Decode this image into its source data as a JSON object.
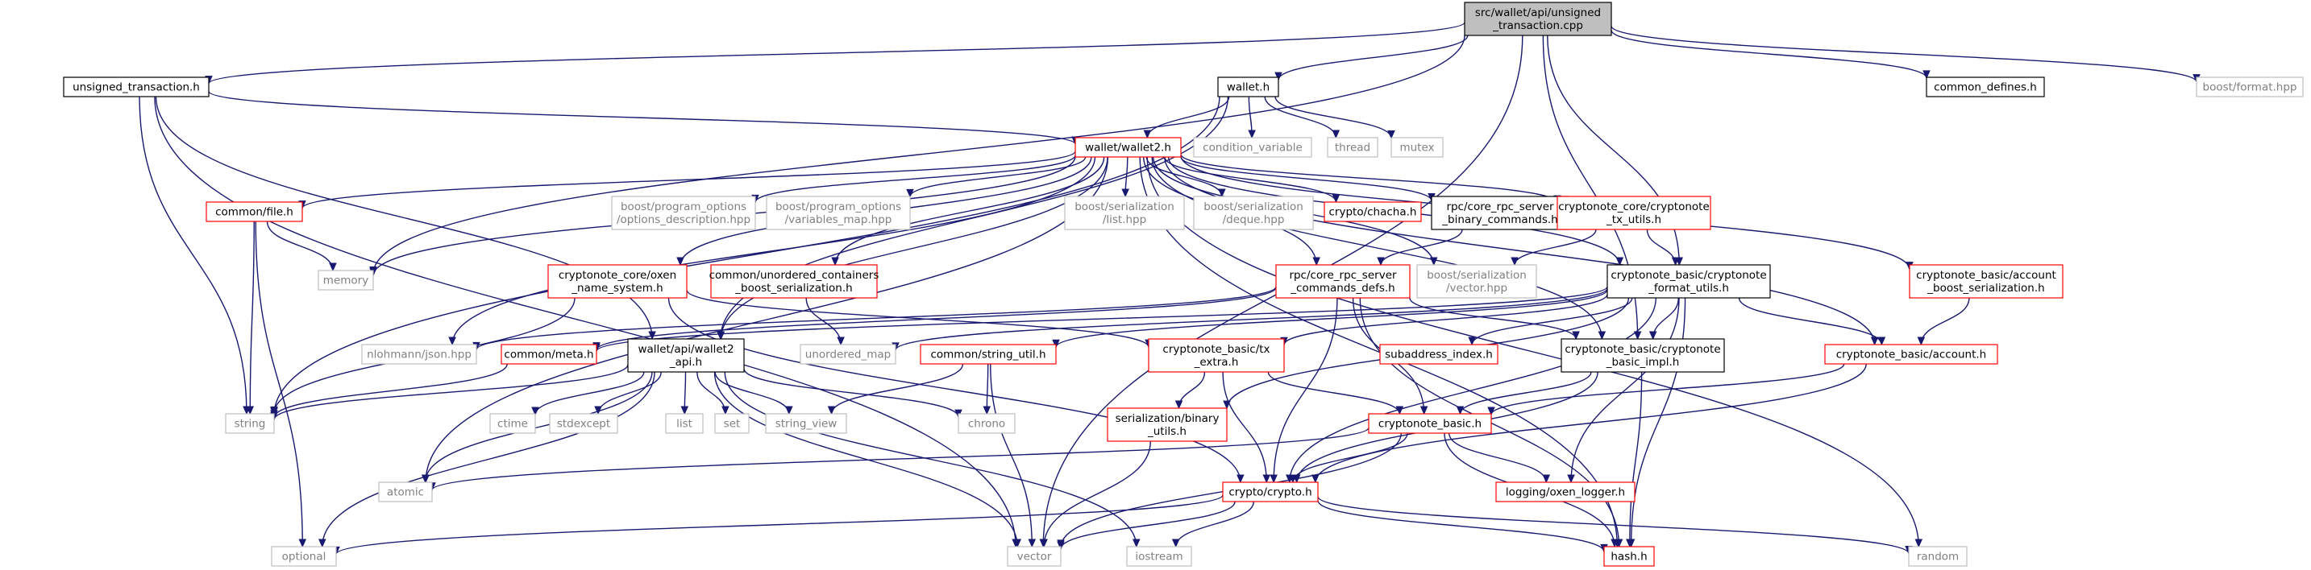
{
  "colors": {
    "edge": "#191970",
    "root_fill": "#bfbfbf",
    "root_border": "#000000",
    "documented_border": "#000000",
    "not_found_border": "#bfbfbf",
    "not_found_text": "#808080",
    "incomplete_border": "#ff0000"
  },
  "nodes": [
    {
      "id": "root",
      "lines": [
        "src/wallet/api/unsigned",
        "_transaction.cpp"
      ],
      "kind": "root"
    },
    {
      "id": "unsigned_transaction_h",
      "lines": [
        "unsigned_transaction.h"
      ],
      "kind": "documented"
    },
    {
      "id": "wallet_h",
      "lines": [
        "wallet.h"
      ],
      "kind": "documented"
    },
    {
      "id": "common_defines_h",
      "lines": [
        "common_defines.h"
      ],
      "kind": "documented"
    },
    {
      "id": "boost_format_hpp",
      "lines": [
        "boost/format.hpp"
      ],
      "kind": "external"
    },
    {
      "id": "condition_variable",
      "lines": [
        "condition_variable"
      ],
      "kind": "external"
    },
    {
      "id": "thread",
      "lines": [
        "thread"
      ],
      "kind": "external"
    },
    {
      "id": "mutex",
      "lines": [
        "mutex"
      ],
      "kind": "external"
    },
    {
      "id": "wallet2_h",
      "lines": [
        "wallet/wallet2.h"
      ],
      "kind": "incomplete"
    },
    {
      "id": "common_file_h",
      "lines": [
        "common/file.h"
      ],
      "kind": "incomplete"
    },
    {
      "id": "bpo_options_description",
      "lines": [
        "boost/program_options",
        "/options_description.hpp"
      ],
      "kind": "external"
    },
    {
      "id": "bpo_variables_map",
      "lines": [
        "boost/program_options",
        "/variables_map.hpp"
      ],
      "kind": "external"
    },
    {
      "id": "bser_list",
      "lines": [
        "boost/serialization",
        "/list.hpp"
      ],
      "kind": "external"
    },
    {
      "id": "bser_deque",
      "lines": [
        "boost/serialization",
        "/deque.hpp"
      ],
      "kind": "external"
    },
    {
      "id": "crypto_chacha_h",
      "lines": [
        "crypto/chacha.h"
      ],
      "kind": "incomplete"
    },
    {
      "id": "rpc_binary_commands",
      "lines": [
        "rpc/core_rpc_server",
        "_binary_commands.h"
      ],
      "kind": "documented"
    },
    {
      "id": "tx_utils_h",
      "lines": [
        "cryptonote_core/cryptonote",
        "_tx_utils.h"
      ],
      "kind": "incomplete"
    },
    {
      "id": "memory",
      "lines": [
        "memory"
      ],
      "kind": "external"
    },
    {
      "id": "oxen_name_system_h",
      "lines": [
        "cryptonote_core/oxen",
        "_name_system.h"
      ],
      "kind": "incomplete"
    },
    {
      "id": "unordered_containers_ser",
      "lines": [
        "common/unordered_containers",
        "_boost_serialization.h"
      ],
      "kind": "incomplete"
    },
    {
      "id": "rpc_commands_defs",
      "lines": [
        "rpc/core_rpc_server",
        "_commands_defs.h"
      ],
      "kind": "incomplete"
    },
    {
      "id": "bser_vector",
      "lines": [
        "boost/serialization",
        "/vector.hpp"
      ],
      "kind": "external"
    },
    {
      "id": "format_utils_h",
      "lines": [
        "cryptonote_basic/cryptonote",
        "_format_utils.h"
      ],
      "kind": "documented"
    },
    {
      "id": "account_boost_ser",
      "lines": [
        "cryptonote_basic/account",
        "_boost_serialization.h"
      ],
      "kind": "incomplete"
    },
    {
      "id": "nlohmann_json",
      "lines": [
        "nlohmann/json.hpp"
      ],
      "kind": "external"
    },
    {
      "id": "common_meta_h",
      "lines": [
        "common/meta.h"
      ],
      "kind": "incomplete"
    },
    {
      "id": "wallet2_api_h",
      "lines": [
        "wallet/api/wallet2",
        "_api.h"
      ],
      "kind": "documented"
    },
    {
      "id": "unordered_map",
      "lines": [
        "unordered_map"
      ],
      "kind": "external"
    },
    {
      "id": "string_util_h",
      "lines": [
        "common/string_util.h"
      ],
      "kind": "incomplete"
    },
    {
      "id": "tx_extra_h",
      "lines": [
        "cryptonote_basic/tx",
        "_extra.h"
      ],
      "kind": "incomplete"
    },
    {
      "id": "subaddress_index_h",
      "lines": [
        "subaddress_index.h"
      ],
      "kind": "incomplete"
    },
    {
      "id": "basic_impl_h",
      "lines": [
        "cryptonote_basic/cryptonote",
        "_basic_impl.h"
      ],
      "kind": "documented"
    },
    {
      "id": "account_h",
      "lines": [
        "cryptonote_basic/account.h"
      ],
      "kind": "incomplete"
    },
    {
      "id": "string",
      "lines": [
        "string"
      ],
      "kind": "external"
    },
    {
      "id": "ctime",
      "lines": [
        "ctime"
      ],
      "kind": "external"
    },
    {
      "id": "stdexcept",
      "lines": [
        "stdexcept"
      ],
      "kind": "external"
    },
    {
      "id": "list",
      "lines": [
        "list"
      ],
      "kind": "external"
    },
    {
      "id": "set",
      "lines": [
        "set"
      ],
      "kind": "external"
    },
    {
      "id": "string_view",
      "lines": [
        "string_view"
      ],
      "kind": "external"
    },
    {
      "id": "chrono",
      "lines": [
        "chrono"
      ],
      "kind": "external"
    },
    {
      "id": "binary_utils_h",
      "lines": [
        "serialization/binary",
        "_utils.h"
      ],
      "kind": "incomplete"
    },
    {
      "id": "cryptonote_basic_h",
      "lines": [
        "cryptonote_basic.h"
      ],
      "kind": "incomplete"
    },
    {
      "id": "atomic",
      "lines": [
        "atomic"
      ],
      "kind": "external"
    },
    {
      "id": "oxen_logger_h",
      "lines": [
        "logging/oxen_logger.h"
      ],
      "kind": "incomplete"
    },
    {
      "id": "crypto_h",
      "lines": [
        "crypto/crypto.h"
      ],
      "kind": "incomplete"
    },
    {
      "id": "optional",
      "lines": [
        "optional"
      ],
      "kind": "external"
    },
    {
      "id": "vector",
      "lines": [
        "vector"
      ],
      "kind": "external"
    },
    {
      "id": "iostream",
      "lines": [
        "iostream"
      ],
      "kind": "external"
    },
    {
      "id": "hash_h",
      "lines": [
        "hash.h"
      ],
      "kind": "incomplete"
    },
    {
      "id": "random",
      "lines": [
        "random"
      ],
      "kind": "external"
    }
  ],
  "edges": [
    [
      "root",
      "unsigned_transaction_h"
    ],
    [
      "root",
      "wallet_h"
    ],
    [
      "root",
      "common_defines_h"
    ],
    [
      "root",
      "boost_format_hpp"
    ],
    [
      "root",
      "memory"
    ],
    [
      "root",
      "vector"
    ],
    [
      "root",
      "format_utils_h"
    ],
    [
      "root",
      "basic_impl_h"
    ],
    [
      "unsigned_transaction_h",
      "wallet2_h"
    ],
    [
      "unsigned_transaction_h",
      "string"
    ],
    [
      "unsigned_transaction_h",
      "vector"
    ],
    [
      "unsigned_transaction_h",
      "wallet2_api_h"
    ],
    [
      "wallet_h",
      "wallet2_h"
    ],
    [
      "wallet_h",
      "condition_variable"
    ],
    [
      "wallet_h",
      "thread"
    ],
    [
      "wallet_h",
      "mutex"
    ],
    [
      "wallet_h",
      "wallet2_api_h"
    ],
    [
      "wallet_h",
      "string"
    ],
    [
      "wallet2_h",
      "common_file_h"
    ],
    [
      "wallet2_h",
      "bpo_options_description"
    ],
    [
      "wallet2_h",
      "bpo_variables_map"
    ],
    [
      "wallet2_h",
      "bser_list"
    ],
    [
      "wallet2_h",
      "bser_deque"
    ],
    [
      "wallet2_h",
      "crypto_chacha_h"
    ],
    [
      "wallet2_h",
      "rpc_binary_commands"
    ],
    [
      "wallet2_h",
      "tx_utils_h"
    ],
    [
      "wallet2_h",
      "memory"
    ],
    [
      "wallet2_h",
      "oxen_name_system_h"
    ],
    [
      "wallet2_h",
      "unordered_containers_ser"
    ],
    [
      "wallet2_h",
      "rpc_commands_defs"
    ],
    [
      "wallet2_h",
      "bser_vector"
    ],
    [
      "wallet2_h",
      "format_utils_h"
    ],
    [
      "wallet2_h",
      "account_boost_ser"
    ],
    [
      "wallet2_h",
      "nlohmann_json"
    ],
    [
      "wallet2_h",
      "wallet2_api_h"
    ],
    [
      "wallet2_h",
      "basic_impl_h"
    ],
    [
      "wallet2_h",
      "account_h"
    ],
    [
      "wallet2_h",
      "atomic"
    ],
    [
      "wallet2_h",
      "hash_h"
    ],
    [
      "wallet2_h",
      "random"
    ],
    [
      "common_file_h",
      "memory"
    ],
    [
      "common_file_h",
      "string"
    ],
    [
      "common_file_h",
      "optional"
    ],
    [
      "rpc_binary_commands",
      "rpc_commands_defs"
    ],
    [
      "tx_utils_h",
      "bser_vector"
    ],
    [
      "tx_utils_h",
      "format_utils_h"
    ],
    [
      "oxen_name_system_h",
      "string"
    ],
    [
      "oxen_name_system_h",
      "tx_extra_h"
    ],
    [
      "oxen_name_system_h",
      "crypto_h"
    ],
    [
      "unordered_containers_ser",
      "unordered_map"
    ],
    [
      "rpc_commands_defs",
      "nlohmann_json"
    ],
    [
      "rpc_commands_defs",
      "common_meta_h"
    ],
    [
      "rpc_commands_defs",
      "basic_impl_h"
    ],
    [
      "rpc_commands_defs",
      "cryptonote_basic_h"
    ],
    [
      "rpc_commands_defs",
      "crypto_h"
    ],
    [
      "rpc_commands_defs",
      "hash_h"
    ],
    [
      "format_utils_h",
      "unordered_map"
    ],
    [
      "format_utils_h",
      "string_util_h"
    ],
    [
      "format_utils_h",
      "tx_extra_h"
    ],
    [
      "format_utils_h",
      "subaddress_index_h"
    ],
    [
      "format_utils_h",
      "basic_impl_h"
    ],
    [
      "format_utils_h",
      "account_h"
    ],
    [
      "format_utils_h",
      "binary_utils_h"
    ],
    [
      "format_utils_h",
      "crypto_h"
    ],
    [
      "format_utils_h",
      "oxen_logger_h"
    ],
    [
      "format_utils_h",
      "hash_h"
    ],
    [
      "format_utils_h",
      "common_meta_h"
    ],
    [
      "account_boost_ser",
      "account_h"
    ],
    [
      "common_meta_h",
      "string"
    ],
    [
      "wallet2_api_h",
      "string"
    ],
    [
      "wallet2_api_h",
      "ctime"
    ],
    [
      "wallet2_api_h",
      "stdexcept"
    ],
    [
      "wallet2_api_h",
      "list"
    ],
    [
      "wallet2_api_h",
      "set"
    ],
    [
      "wallet2_api_h",
      "string_view"
    ],
    [
      "wallet2_api_h",
      "chrono"
    ],
    [
      "wallet2_api_h",
      "optional"
    ],
    [
      "wallet2_api_h",
      "vector"
    ],
    [
      "wallet2_api_h",
      "iostream"
    ],
    [
      "wallet2_api_h",
      "atomic"
    ],
    [
      "string_util_h",
      "string_view"
    ],
    [
      "string_util_h",
      "chrono"
    ],
    [
      "string_util_h",
      "vector"
    ],
    [
      "tx_extra_h",
      "binary_utils_h"
    ],
    [
      "tx_extra_h",
      "cryptonote_basic_h"
    ],
    [
      "tx_extra_h",
      "crypto_h"
    ],
    [
      "basic_impl_h",
      "cryptonote_basic_h"
    ],
    [
      "basic_impl_h",
      "crypto_h"
    ],
    [
      "basic_impl_h",
      "hash_h"
    ],
    [
      "account_h",
      "cryptonote_basic_h"
    ],
    [
      "account_h",
      "crypto_h"
    ],
    [
      "binary_utils_h",
      "vector"
    ],
    [
      "cryptonote_basic_h",
      "atomic"
    ],
    [
      "cryptonote_basic_h",
      "oxen_logger_h"
    ],
    [
      "cryptonote_basic_h",
      "crypto_h"
    ],
    [
      "cryptonote_basic_h",
      "vector"
    ],
    [
      "cryptonote_basic_h",
      "hash_h"
    ],
    [
      "crypto_h",
      "optional"
    ],
    [
      "crypto_h",
      "vector"
    ],
    [
      "crypto_h",
      "iostream"
    ],
    [
      "crypto_h",
      "hash_h"
    ],
    [
      "crypto_h",
      "random"
    ]
  ]
}
